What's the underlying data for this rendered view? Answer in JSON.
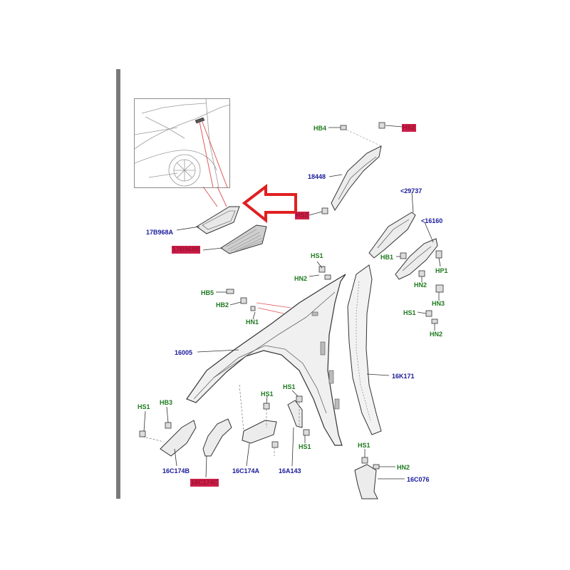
{
  "diagram": {
    "inset_view": "vehicle-side-fender-vent-detail",
    "highlight_color": "#cc1f4a",
    "arrow_color": "#e02020",
    "part_label_color": "#1a1a9a",
    "fastener_label_color": "#1e7a1e",
    "labels": {
      "hb4": "HB4",
      "hs2_top": "HS2",
      "p18448": "18448",
      "hs2_mid": "HS2",
      "p29737": "<29737",
      "p16160": "<16160",
      "p17b968a": "17B968A",
      "p17b968b": "17B968B",
      "hs1_a": "HS1",
      "hn2_a": "HN2",
      "hb1": "HB1",
      "hp1": "HP1",
      "hn2_b": "HN2",
      "hb5": "HB5",
      "hb2": "HB2",
      "hn1": "HN1",
      "hn3": "HN3",
      "hs1_b": "HS1",
      "hn2_c": "HN2",
      "p16005": "16005",
      "p16k171": "16K171",
      "hs1_c": "HS1",
      "hs1_d": "HS1",
      "hs1_e": "HS1",
      "hb3": "HB3",
      "hs1_f": "HS1",
      "hs1_g": "HS1",
      "hn2_d": "HN2",
      "p16c174b": "16C174B",
      "p16c174c": "16C174C",
      "p16c174a": "16C174A",
      "p16a143": "16A143",
      "p16c076": "16C076"
    }
  }
}
